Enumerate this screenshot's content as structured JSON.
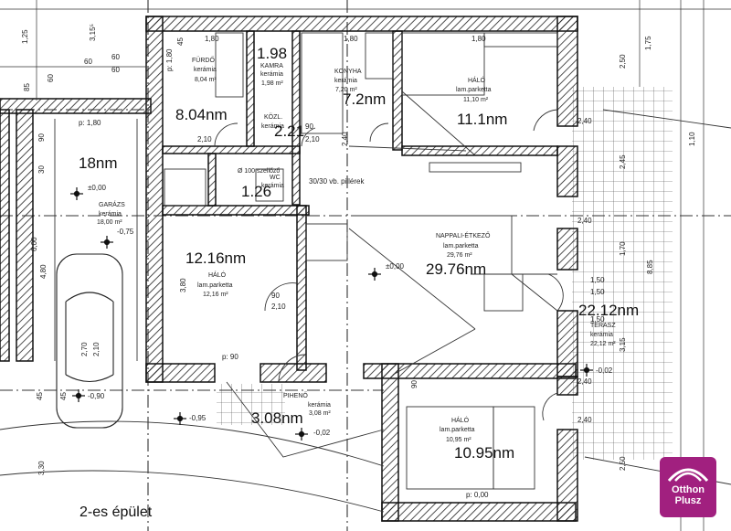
{
  "building_label": "2-es épület",
  "rooms": [
    {
      "id": "furdo",
      "name": "FÜRDŐ",
      "floor": "kerámia",
      "area": "8,04 m²",
      "big": "8.04nm"
    },
    {
      "id": "kamra",
      "name": "KAMRA",
      "floor": "kerámia",
      "area": "1,98 m²",
      "big": "1.98"
    },
    {
      "id": "konyha",
      "name": "KONYHA",
      "floor": "kerámia",
      "area": "7,20 m²",
      "big": "7.2nm"
    },
    {
      "id": "halo1",
      "name": "HÁLÓ",
      "floor": "lam.parketta",
      "area": "11,10 m²",
      "big": "11.1nm"
    },
    {
      "id": "kozl",
      "name": "KÖZL.",
      "floor": "kerámia",
      "area": "",
      "big": "2.21"
    },
    {
      "id": "wc",
      "name": "WC",
      "floor": "kerámia",
      "area": "",
      "big": "1.26"
    },
    {
      "id": "garazs",
      "name": "GARÁZS",
      "floor": "kerámia",
      "area": "18,00 m²",
      "big": "18nm"
    },
    {
      "id": "halo2",
      "name": "HÁLÓ",
      "floor": "lam.parketta",
      "area": "12,16 m²",
      "big": "12.16nm"
    },
    {
      "id": "nappali",
      "name": "NAPPALI-ÉTKEZŐ",
      "floor": "lam.parketta",
      "area": "29,76 m²",
      "big": "29.76nm"
    },
    {
      "id": "terasz",
      "name": "TERASZ",
      "floor": "kerámia",
      "area": "22,12 m²",
      "big": "22.12nm"
    },
    {
      "id": "piheno",
      "name": "PIHENŐ",
      "floor": "kerámia",
      "area": "3,08 m²",
      "big": "3.08nm"
    },
    {
      "id": "halo3",
      "name": "HÁLÓ",
      "floor": "lam.parketta",
      "area": "10,95 m²",
      "big": "10.95nm"
    }
  ],
  "levels": [
    "±0,00",
    "±0,00",
    "-0,75",
    "-0,90",
    "-0,95",
    "-0,02",
    "-0,02",
    "p: 0,00",
    "p: 90",
    "p: 1,80",
    "p: 1,80"
  ],
  "notes": {
    "pillar": "30/30 vb. pillérek",
    "boiler": "Ø 100 szellőző"
  },
  "dimensions": {
    "top": [
      "1,25",
      "60",
      "3,15⁵",
      "1,80",
      "1,80",
      "1,80"
    ],
    "right": [
      "1,75",
      "2,50",
      "1,10",
      "2,45",
      "1,70",
      "8,85",
      "3,15",
      "2,50",
      "1,50",
      "1,50",
      "1,50",
      "2,40",
      "2,40",
      "2,40",
      "2,40"
    ],
    "left": [
      "60",
      "85",
      "30",
      "90",
      "4,80",
      "6,00",
      "3,80",
      "45",
      "3,30",
      "2,70",
      "2,10"
    ],
    "misc": [
      "2,10",
      "2,10",
      "2,10",
      "2,40",
      "90",
      "45",
      "45",
      "60",
      "60",
      "90",
      "90"
    ]
  },
  "logo": {
    "line1": "Otthon",
    "line2": "Plusz"
  },
  "colors": {
    "wall": "#1a1a1a",
    "line": "#333333",
    "logo_bg": "#a1207f"
  }
}
